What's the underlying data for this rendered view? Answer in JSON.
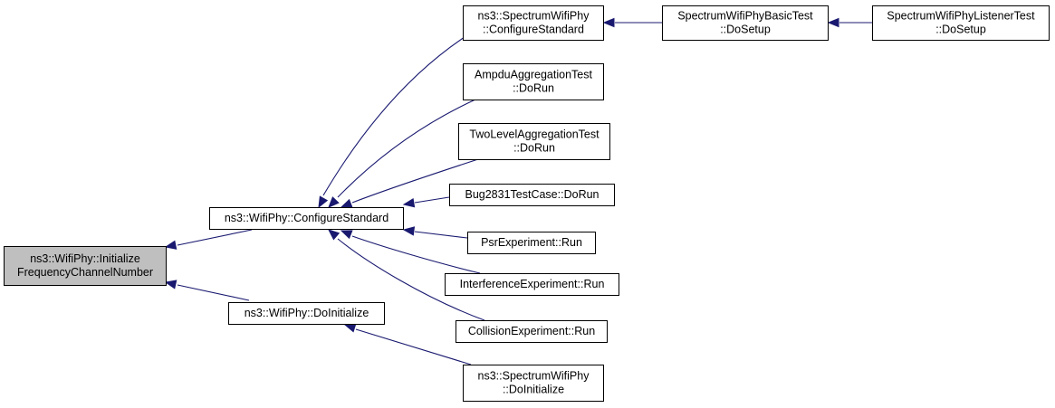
{
  "diagram": {
    "type": "call-graph",
    "colors": {
      "edge": "#191970",
      "node_border": "#000000",
      "node_fill": "#ffffff",
      "highlight_fill": "#bfbfbf"
    },
    "nodes": [
      {
        "id": "n-initialize-frequency",
        "lines": [
          "ns3::WifiPhy::Initialize",
          "FrequencyChannelNumber"
        ],
        "highlight": true
      },
      {
        "id": "n-configure-standard",
        "lines": [
          "ns3::WifiPhy::ConfigureStandard"
        ]
      },
      {
        "id": "n-do-initialize",
        "lines": [
          "ns3::WifiPhy::DoInitialize"
        ]
      },
      {
        "id": "n-spectrum-configure-standard",
        "lines": [
          "ns3::SpectrumWifiPhy",
          "::ConfigureStandard"
        ]
      },
      {
        "id": "n-ampdu-aggregation",
        "lines": [
          "AmpduAggregationTest",
          "::DoRun"
        ]
      },
      {
        "id": "n-two-level-aggregation",
        "lines": [
          "TwoLevelAggregationTest",
          "::DoRun"
        ]
      },
      {
        "id": "n-bug2831",
        "lines": [
          "Bug2831TestCase::DoRun"
        ]
      },
      {
        "id": "n-psr-experiment",
        "lines": [
          "PsrExperiment::Run"
        ]
      },
      {
        "id": "n-interference-experiment",
        "lines": [
          "InterferenceExperiment::Run"
        ]
      },
      {
        "id": "n-collision-experiment",
        "lines": [
          "CollisionExperiment::Run"
        ]
      },
      {
        "id": "n-spectrum-do-initialize",
        "lines": [
          "ns3::SpectrumWifiPhy",
          "::DoInitialize"
        ]
      },
      {
        "id": "n-basic-test",
        "lines": [
          "SpectrumWifiPhyBasicTest",
          "::DoSetup"
        ]
      },
      {
        "id": "n-listener-test",
        "lines": [
          "SpectrumWifiPhyListenerTest",
          "::DoSetup"
        ]
      }
    ],
    "edges": [
      {
        "from": "n-configure-standard",
        "to": "n-initialize-frequency"
      },
      {
        "from": "n-do-initialize",
        "to": "n-initialize-frequency"
      },
      {
        "from": "n-spectrum-configure-standard",
        "to": "n-configure-standard"
      },
      {
        "from": "n-ampdu-aggregation",
        "to": "n-configure-standard"
      },
      {
        "from": "n-two-level-aggregation",
        "to": "n-configure-standard"
      },
      {
        "from": "n-bug2831",
        "to": "n-configure-standard"
      },
      {
        "from": "n-psr-experiment",
        "to": "n-configure-standard"
      },
      {
        "from": "n-interference-experiment",
        "to": "n-configure-standard"
      },
      {
        "from": "n-collision-experiment",
        "to": "n-configure-standard"
      },
      {
        "from": "n-spectrum-do-initialize",
        "to": "n-do-initialize"
      },
      {
        "from": "n-basic-test",
        "to": "n-spectrum-configure-standard"
      },
      {
        "from": "n-listener-test",
        "to": "n-basic-test"
      }
    ]
  }
}
